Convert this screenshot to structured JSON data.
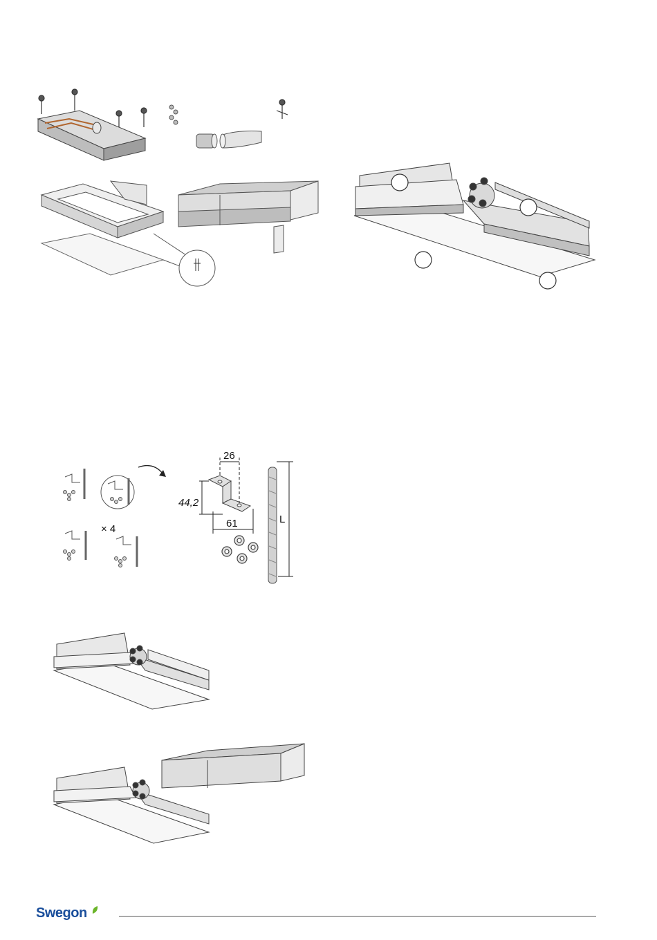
{
  "callouts": [
    "",
    "",
    "",
    ""
  ],
  "dimensions": {
    "width_top": "26",
    "height": "44,2",
    "width_bottom": "61",
    "rod_length": "L"
  },
  "quantity_label": "× 4",
  "footer": {
    "brand": "Swegon",
    "brand_color": "#1b4f9c",
    "leaf_color": "#6bb52a"
  }
}
